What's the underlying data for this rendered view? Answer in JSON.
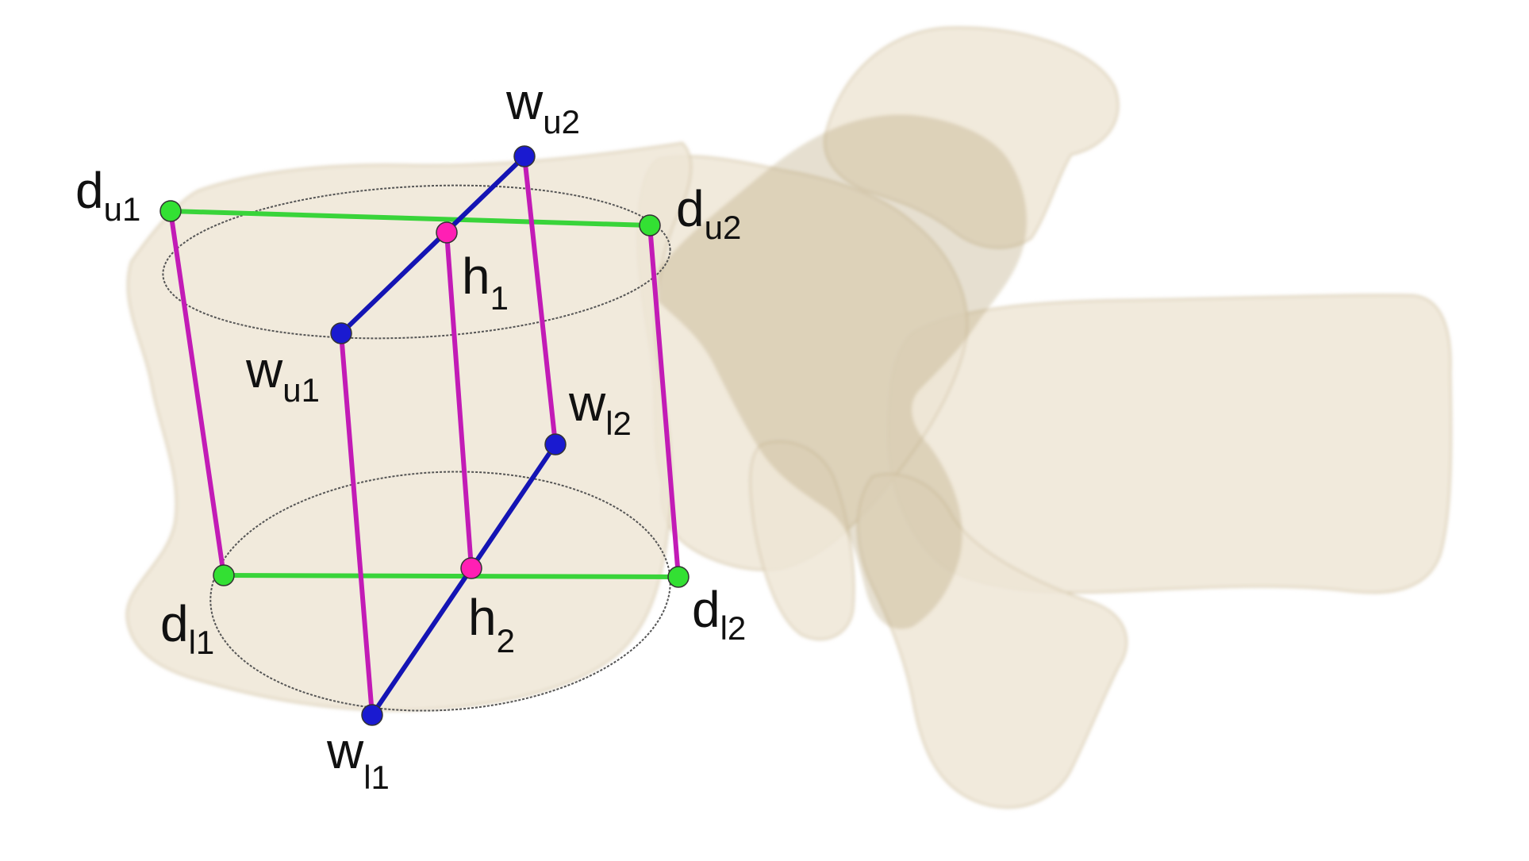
{
  "labels": {
    "du1": {
      "base": "d",
      "sub": "u1"
    },
    "du2": {
      "base": "d",
      "sub": "u2"
    },
    "dl1": {
      "base": "d",
      "sub": "l1"
    },
    "dl2": {
      "base": "d",
      "sub": "l2"
    },
    "wu1": {
      "base": "w",
      "sub": "u1"
    },
    "wu2": {
      "base": "w",
      "sub": "u2"
    },
    "wl1": {
      "base": "w",
      "sub": "l1"
    },
    "wl2": {
      "base": "w",
      "sub": "l2"
    },
    "h1": {
      "base": "h",
      "sub": "1"
    },
    "h2": {
      "base": "h",
      "sub": "2"
    }
  },
  "colors": {
    "background": "#ffffff",
    "bone_fill": "#efe6d6",
    "bone_shadow": "#b8a478",
    "depth_line": "#39d43a",
    "height_line": "#c21bb6",
    "width_line": "#1414b4",
    "depth_point": "#33e033",
    "height_point": "#ff1fb4",
    "width_point": "#1a1ad0",
    "outline": "#555555"
  }
}
